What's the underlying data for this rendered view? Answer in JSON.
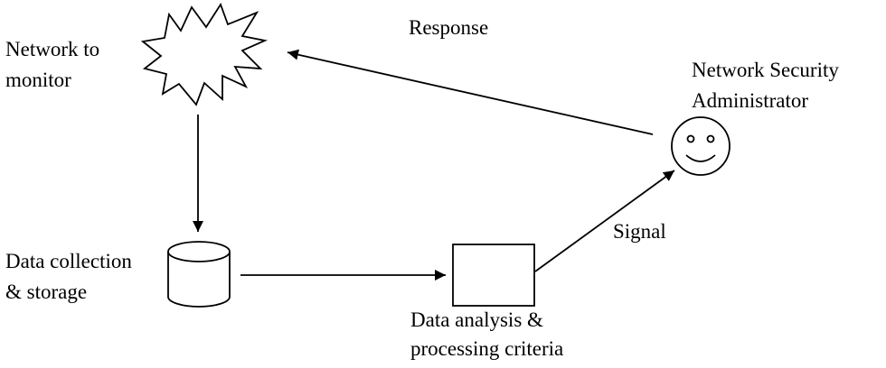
{
  "labels": {
    "network": [
      "Network to",
      "monitor"
    ],
    "admin": [
      "Network Security",
      "Administrator"
    ],
    "response": "Response",
    "storage": [
      "Data collection",
      "& storage"
    ],
    "analysis": [
      "Data analysis &",
      "processing criteria"
    ],
    "signal": "Signal"
  },
  "icons": {
    "network": "starburst-icon",
    "storage": "database-cylinder-icon",
    "admin": "smiley-face-icon"
  },
  "colors": {
    "line": "#000000",
    "background": "#ffffff"
  }
}
